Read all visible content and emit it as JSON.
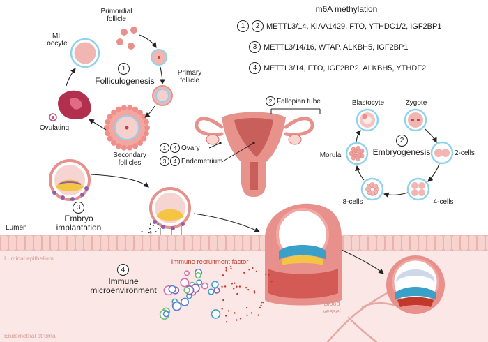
{
  "methylation": {
    "title": "m6A methylation",
    "rows": [
      {
        "nums": [
          "1",
          "2"
        ],
        "text": "METTL3/14, KIAA1429,  FTO, YTHDC1/2, IGF2BP1"
      },
      {
        "nums": [
          "3"
        ],
        "text": "METTL3/14/16, WTAP, ALKBH5, IGF2BP1"
      },
      {
        "nums": [
          "4"
        ],
        "text": "METTL3/14, FTO, IGF2BP2, ALKBH5, YTHDF2"
      }
    ]
  },
  "folliculogenesis": {
    "num": "1",
    "title": "Folliculogenesis",
    "stages": {
      "primordial": "Primordial\nfollicle",
      "primary": "Primary\nfollicle",
      "secondary": "Secondary\nfollicles",
      "ovulating": "Ovulating",
      "mii": "MII\noocyte"
    }
  },
  "uterus": {
    "fallopian_num": "2",
    "fallopian": "Fallopian tube",
    "ovary_nums": [
      "1",
      "4"
    ],
    "ovary": "Ovary",
    "endometrium_nums": [
      "3",
      "4"
    ],
    "endometrium": "Endometrium"
  },
  "embryogenesis": {
    "num": "2",
    "title": "Embryogenesis",
    "stages": {
      "blastocyte": "Blastocyte",
      "zygote": "Zygote",
      "two_cells": "2-cells",
      "four_cells": "4-cells",
      "eight_cells": "8-cells",
      "morula": "Morula"
    }
  },
  "implantation": {
    "num": "3",
    "title": "Embryo\nimplantation"
  },
  "immune": {
    "num": "4",
    "title": "Immune\nmicroenvironment",
    "factor": "Immune recruitment factor"
  },
  "zones": {
    "lumen": "Lumen",
    "epithelium": "Luminal epithelium",
    "stroma": "Endometrial stroma",
    "vessel": "Blood\nvessel"
  },
  "colors": {
    "pink": "#f2b6b2",
    "pink_dark": "#d9706c",
    "stroma": "#fbe8e6",
    "zona": "#8fd3ee",
    "yolk": "#f4c542",
    "purple": "#8e5fb0",
    "red": "#c0392b"
  }
}
